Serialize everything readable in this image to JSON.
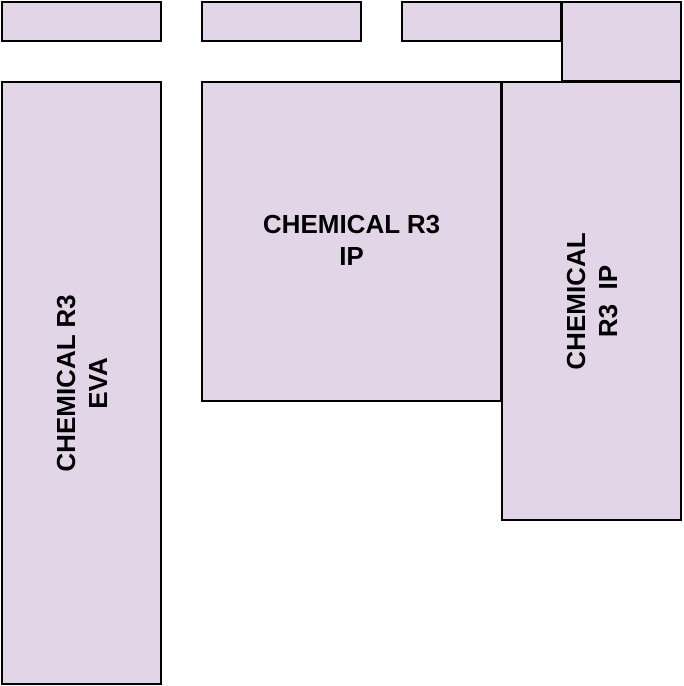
{
  "boxes": {
    "eva": {
      "label": "CHEMICAL R3\nEVA"
    },
    "ip": {
      "label": "CHEMICAL R3\nIP"
    },
    "ip_side": {
      "label": "CHEMICAL\nR3  IP"
    }
  },
  "colors": {
    "box_fill": "#e1d5e7",
    "box_stroke": "#000000"
  }
}
